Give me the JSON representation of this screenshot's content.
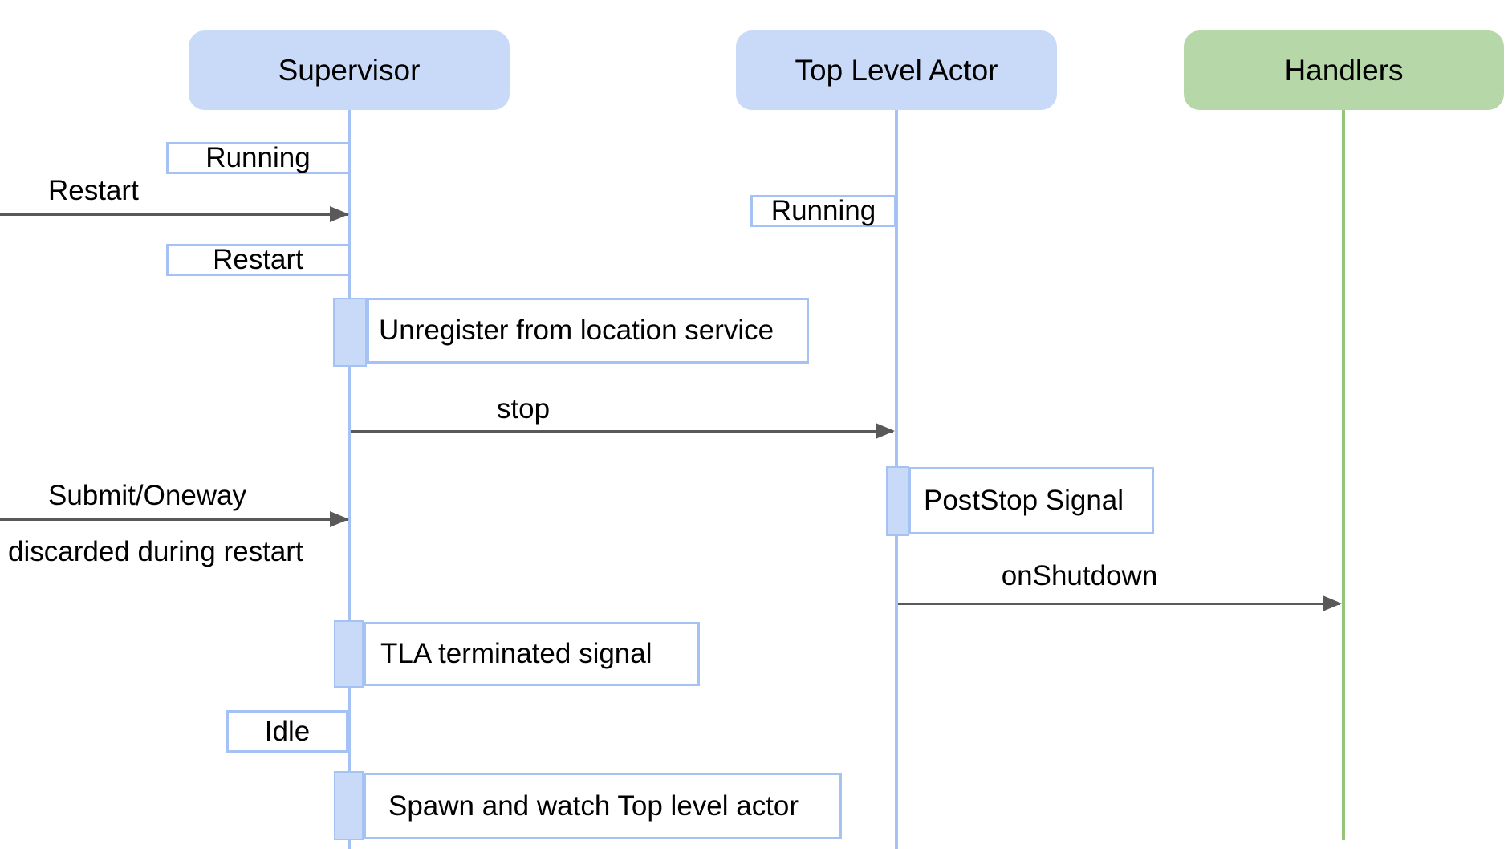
{
  "actors": [
    {
      "id": "supervisor",
      "label": "Supervisor"
    },
    {
      "id": "top-level-actor",
      "label": "Top Level Actor"
    },
    {
      "id": "handlers",
      "label": "Handlers"
    }
  ],
  "states": {
    "supervisor_running": "Running",
    "supervisor_restart": "Restart",
    "tla_running": "Running",
    "supervisor_idle": "Idle"
  },
  "activities": {
    "unregister": "Unregister from location service",
    "poststop": "PostStop Signal",
    "tla_terminated": "TLA terminated signal",
    "spawn": "Spawn and watch Top level actor"
  },
  "messages": {
    "restart": "Restart",
    "stop": "stop",
    "submit": "Submit/Oneway",
    "submit_note": "discarded during restart",
    "onshutdown": "onShutdown"
  },
  "colors": {
    "actor_blue_fill": "#c9daf8",
    "actor_green_fill": "#b6d7a8",
    "lifeline_blue": "#a4c2f4",
    "lifeline_green": "#93c47d",
    "activation_fill": "#c9daf8",
    "arrow_gray": "#595959",
    "text_black": "#000000"
  }
}
